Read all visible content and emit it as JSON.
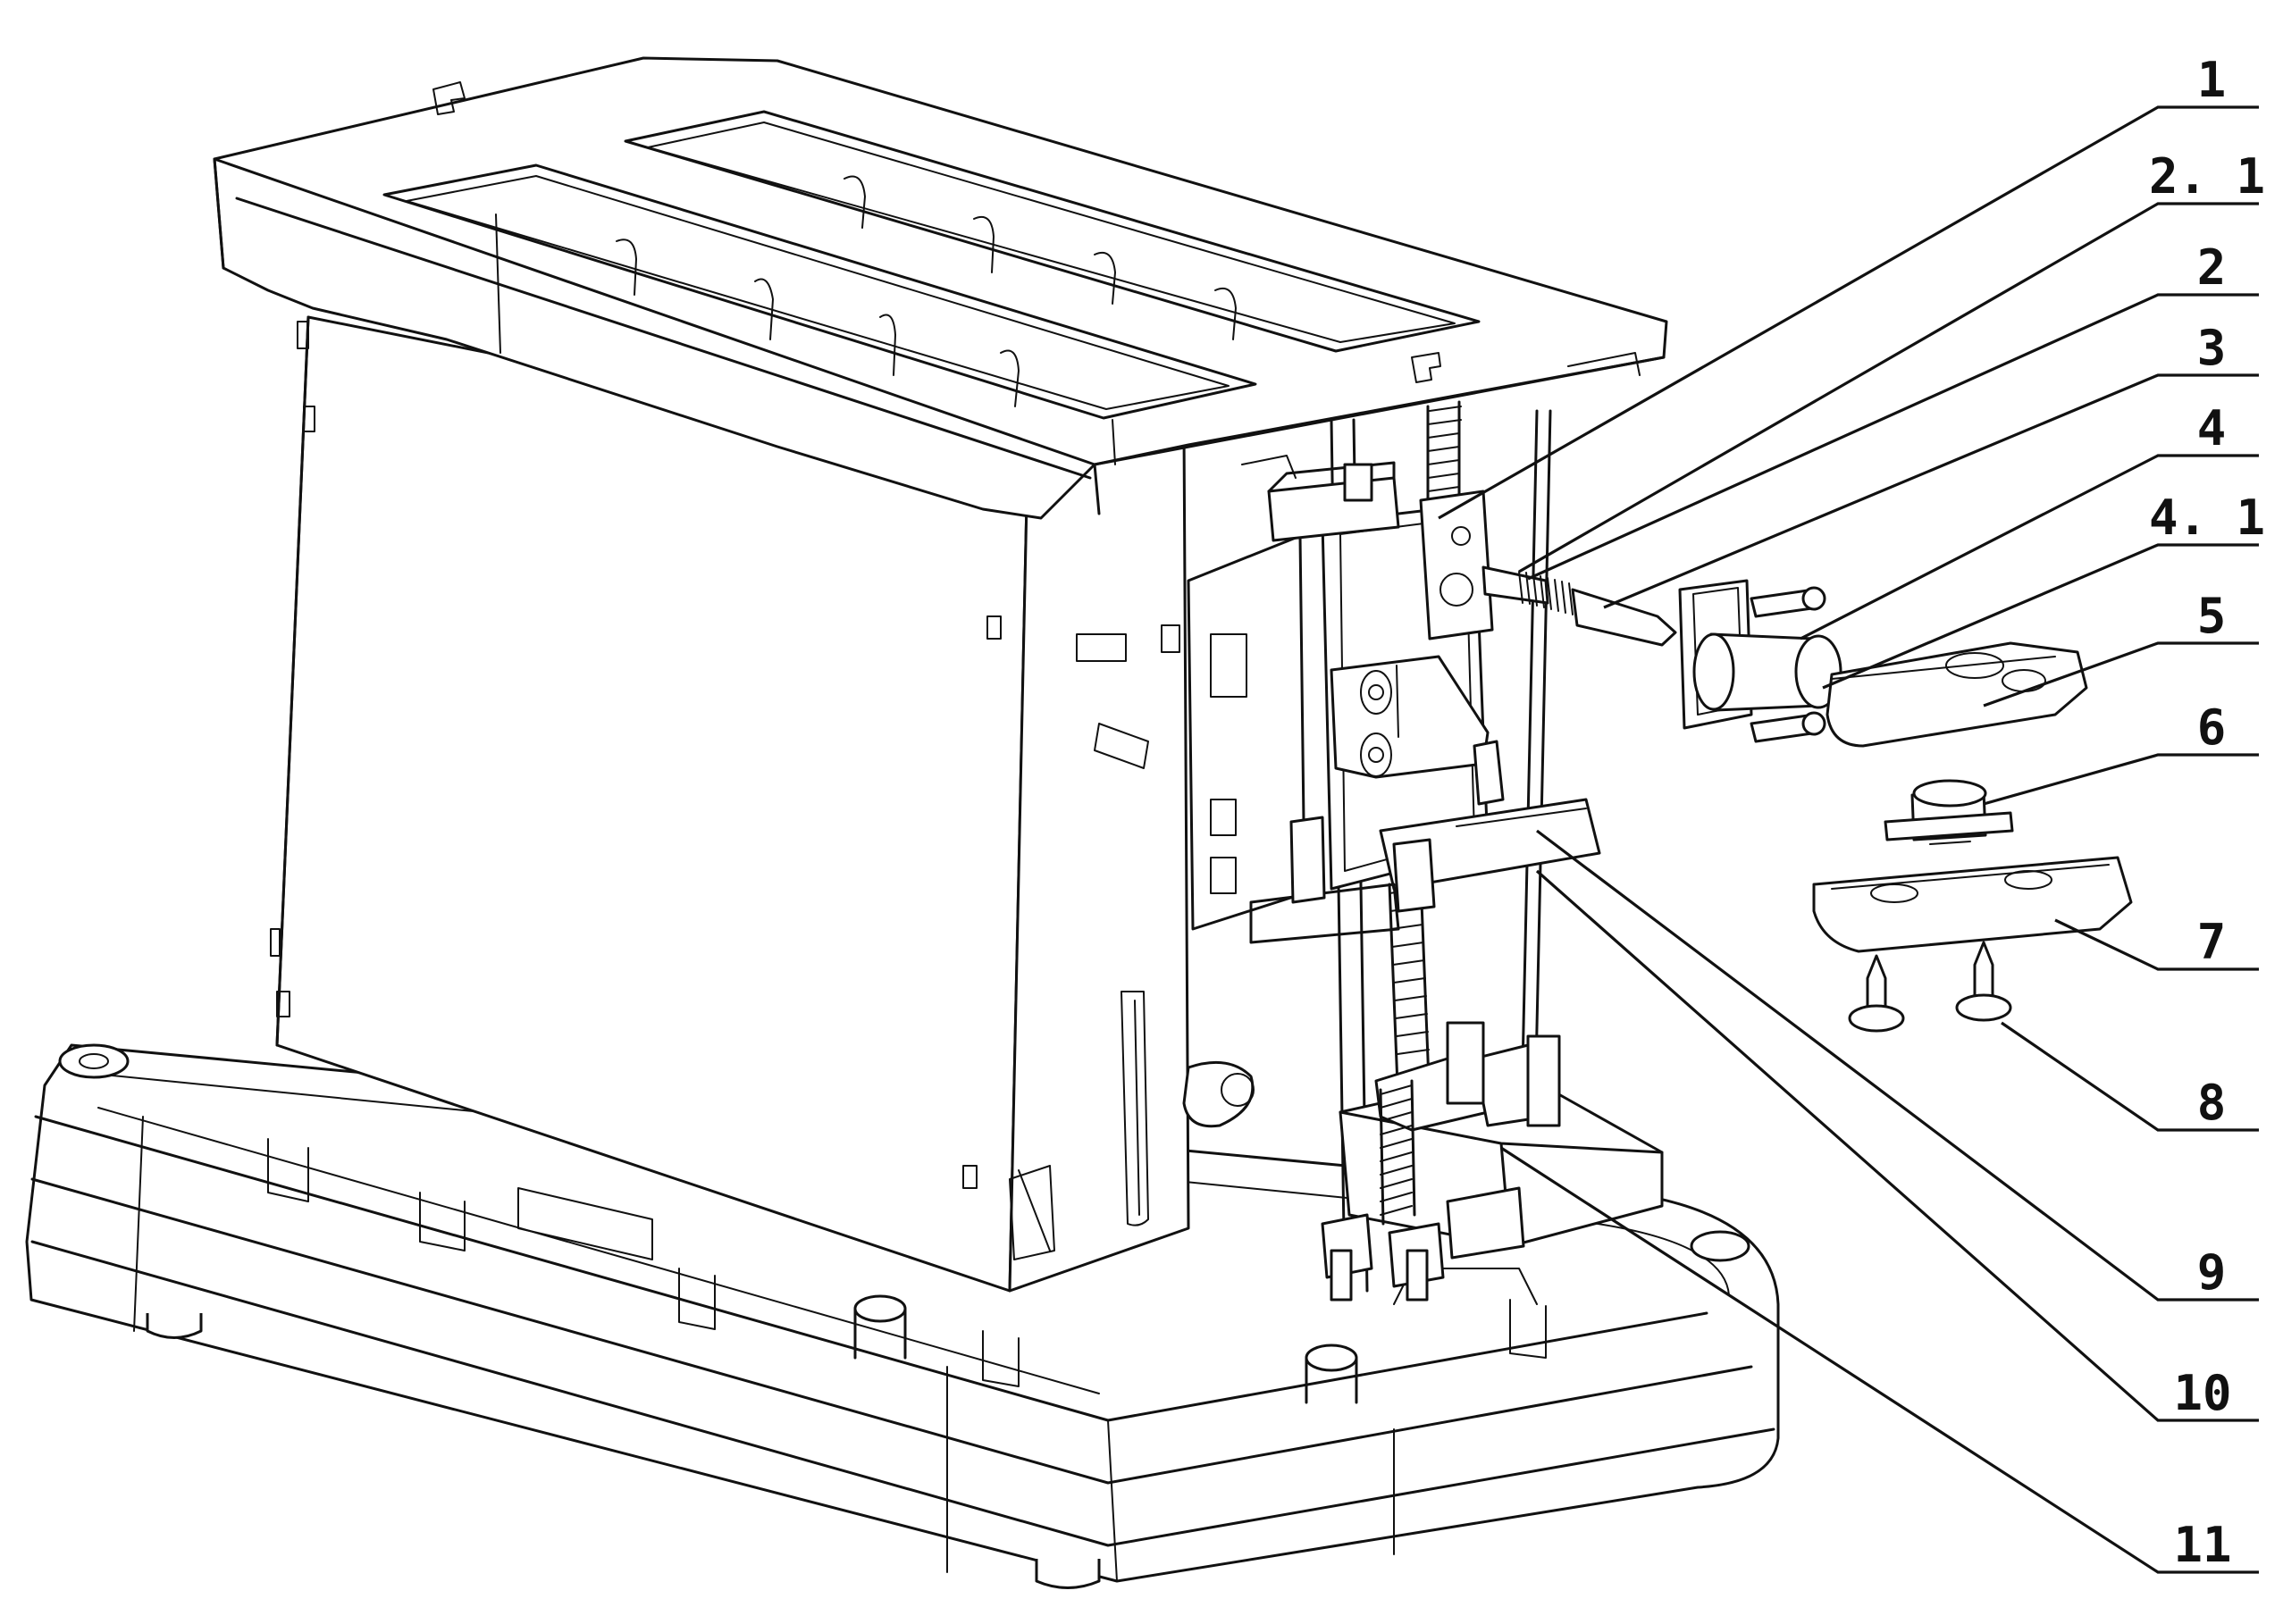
{
  "callouts": [
    {
      "id": "c1",
      "label": "1"
    },
    {
      "id": "c2-1",
      "label": "2. 1"
    },
    {
      "id": "c2",
      "label": "2"
    },
    {
      "id": "c3",
      "label": "3"
    },
    {
      "id": "c4",
      "label": "4"
    },
    {
      "id": "c4-1",
      "label": "4. 1"
    },
    {
      "id": "c5",
      "label": "5"
    },
    {
      "id": "c6",
      "label": "6"
    },
    {
      "id": "c7",
      "label": "7"
    },
    {
      "id": "c8",
      "label": "8"
    },
    {
      "id": "c9",
      "label": "9"
    },
    {
      "id": "c10",
      "label": "10"
    },
    {
      "id": "c11",
      "label": "11"
    }
  ]
}
